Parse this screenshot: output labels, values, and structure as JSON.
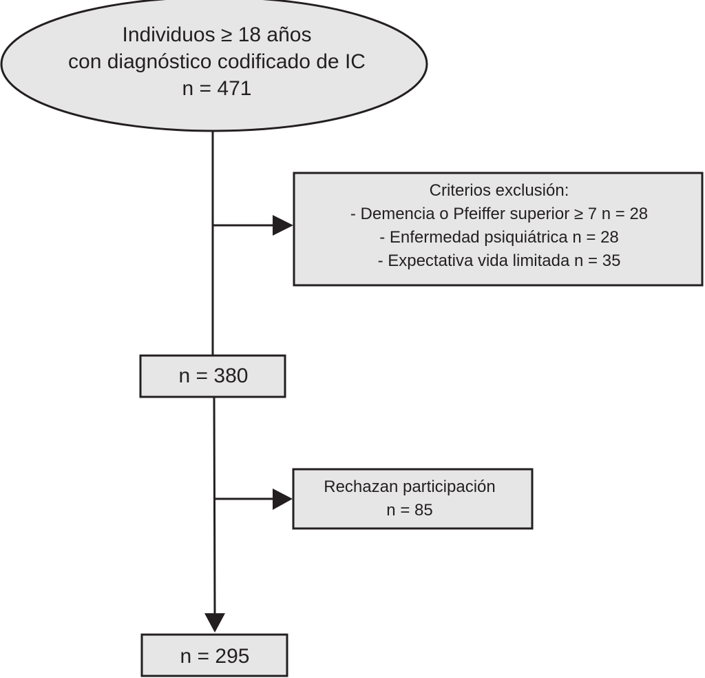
{
  "diagram": {
    "start_node": {
      "lines": [
        "Individuos ≥ 18 años",
        "con diagnóstico codificado de IC",
        "n = 471"
      ]
    },
    "exclusion_node": {
      "lines": [
        "Criterios exclusión:",
        "- Demencia o Pfeiffer superior ≥ 7 n = 28",
        "- Enfermedad psiquiátrica n = 28",
        "- Expectativa vida limitada n = 35"
      ]
    },
    "after_exclusion_node": {
      "label": "n = 380"
    },
    "refusal_node": {
      "lines": [
        "Rechazan participación",
        "n = 85"
      ]
    },
    "final_node": {
      "label": "n = 295"
    },
    "edges": [
      {
        "from": "start_node",
        "to": "exclusion_node"
      },
      {
        "from": "start_node",
        "to": "after_exclusion_node"
      },
      {
        "from": "after_exclusion_node",
        "to": "refusal_node"
      },
      {
        "from": "after_exclusion_node",
        "to": "final_node"
      }
    ],
    "colors": {
      "node_fill": "#e6e6e6",
      "stroke": "#231f20",
      "text": "#231f20"
    }
  }
}
